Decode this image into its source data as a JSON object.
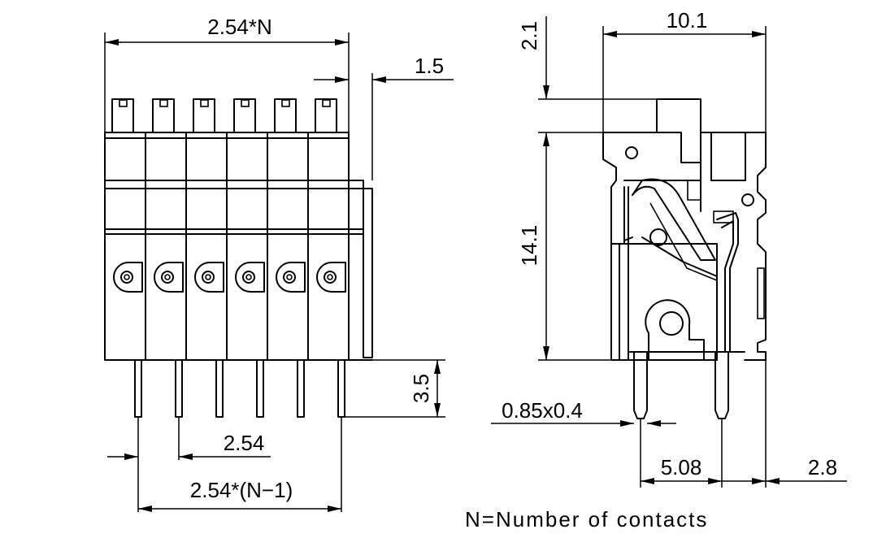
{
  "dimensions": {
    "total_width": "2.54*N",
    "offset": "1.5",
    "pin_pitch": "2.54",
    "pin_span": "2.54*(N−1)",
    "pin_length": "3.5",
    "top_height": "2.1",
    "body_height": "14.1",
    "depth": "10.1",
    "pin_section": "0.85x0.4",
    "pin_spacing": "5.08",
    "edge_offset": "2.8"
  },
  "note": "N=Number of contacts",
  "colors": {
    "line": "#000000",
    "background": "#ffffff"
  }
}
